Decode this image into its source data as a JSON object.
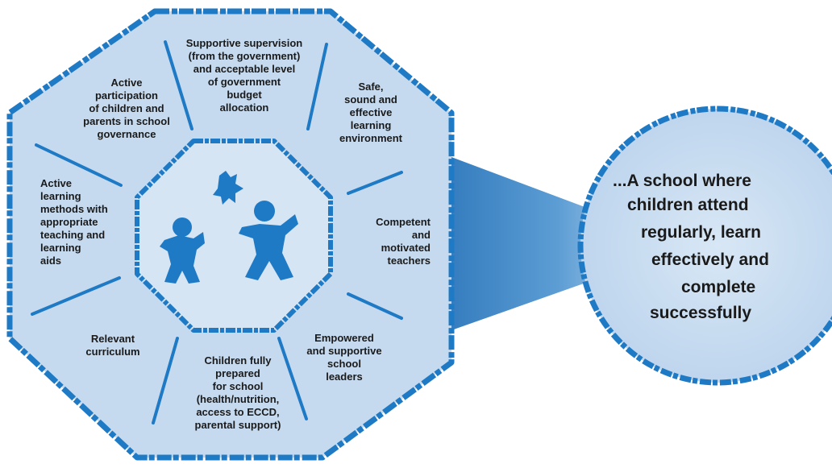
{
  "colors": {
    "stroke": "#1f7ac6",
    "fill": "#c9dcf0",
    "fill_light": "#dde9f6",
    "cone": "#2f7fc6",
    "figures": "#1f7ac6"
  },
  "icons": [
    "children-figures-icon"
  ],
  "segments": {
    "top": "Supportive supervision\n(from the government)\nand acceptable level\nof government\nbudget\nallocation",
    "top_right": "Safe,\nsound and\neffective\nlearning\nenvironment",
    "right": "Competent\nand\nmotivated\nteachers",
    "bottom_right": "Empowered\nand supportive\nschool\nleaders",
    "bottom": "Children fully\nprepared\nfor school\n(health/nutrition,\naccess to ECCD,\nparental support)",
    "bottom_left": "Relevant\ncurriculum",
    "left": "Active\nlearning\nmethods with\nappropriate\nteaching and\nlearning\naids",
    "top_left": "Active\nparticipation\nof children and\nparents in school\ngovernance"
  },
  "outcome": {
    "line1": "...A school where",
    "line2": "children attend",
    "line3": "regularly, learn",
    "line4": "effectively and",
    "line5": "complete",
    "line6": "successfully"
  }
}
